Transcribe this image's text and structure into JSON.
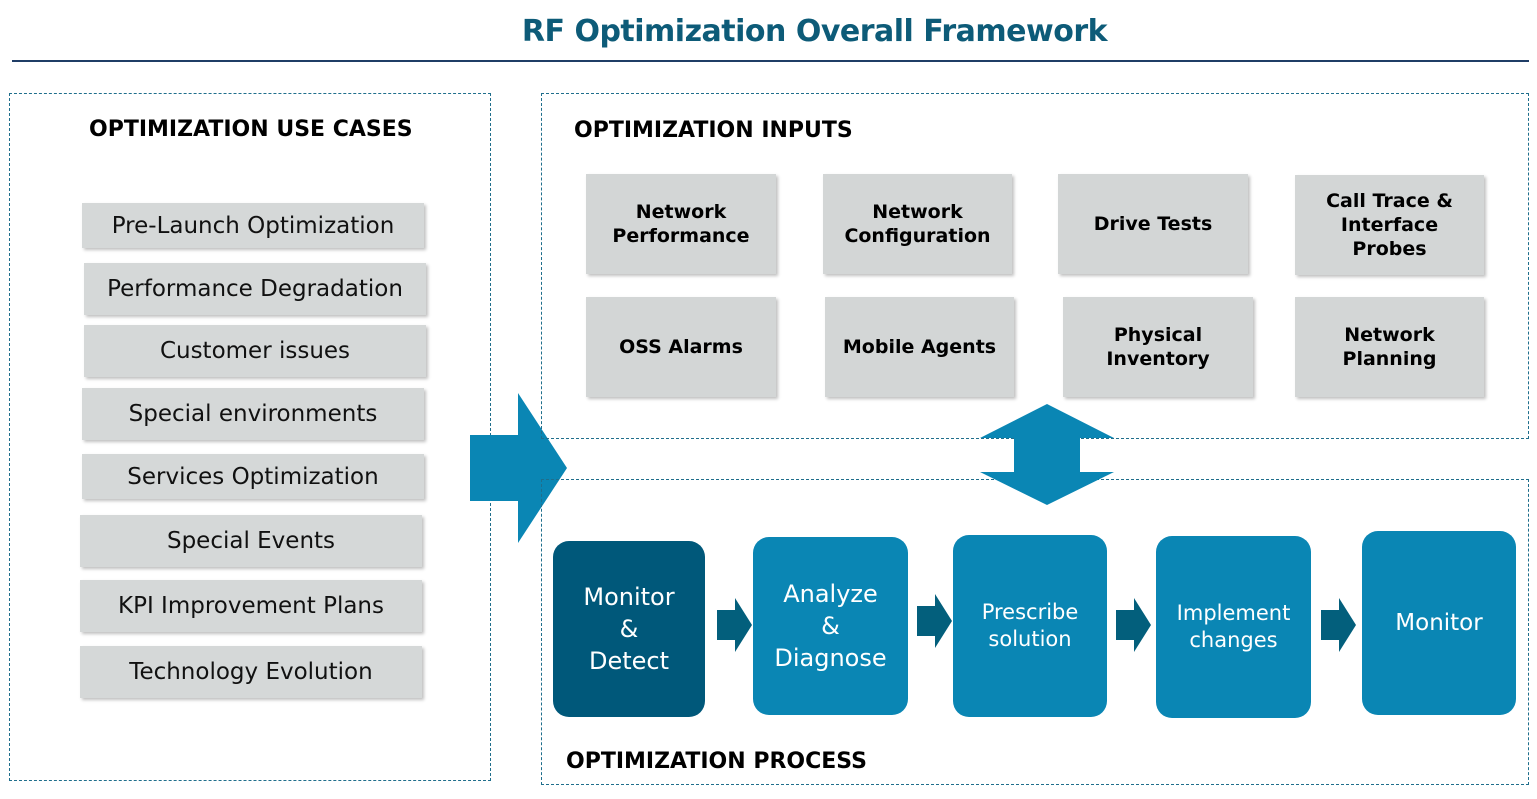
{
  "title": "RF Optimization Overall Framework",
  "use_cases": {
    "heading": "OPTIMIZATION USE CASES",
    "items": [
      "Pre-Launch Optimization",
      "Performance Degradation",
      "Customer issues",
      "Special environments",
      "Services Optimization",
      "Special Events",
      "KPI Improvement Plans",
      "Technology Evolution"
    ]
  },
  "inputs": {
    "heading": "OPTIMIZATION INPUTS",
    "items": [
      "Network\nPerformance",
      "Network\nConfiguration",
      "Drive Tests",
      "Call Trace &\nInterface\nProbes",
      "OSS Alarms",
      "Mobile Agents",
      "Physical\nInventory",
      "Network\nPlanning"
    ]
  },
  "process": {
    "heading": "OPTIMIZATION PROCESS",
    "steps": [
      "Monitor\n&\nDetect",
      "Analyze\n&\nDiagnose",
      "Prescribe\nsolution",
      "Implement\nchanges",
      "Monitor"
    ]
  },
  "colors": {
    "title": "#0d5b78",
    "dashed_border": "#1f6e8c",
    "box_gray": "#d3d6d6",
    "step_dark": "#00587a",
    "step_blue": "#0a86b4",
    "flow_arrow": "#035f7c",
    "big_arrow": "#0a86b4"
  }
}
